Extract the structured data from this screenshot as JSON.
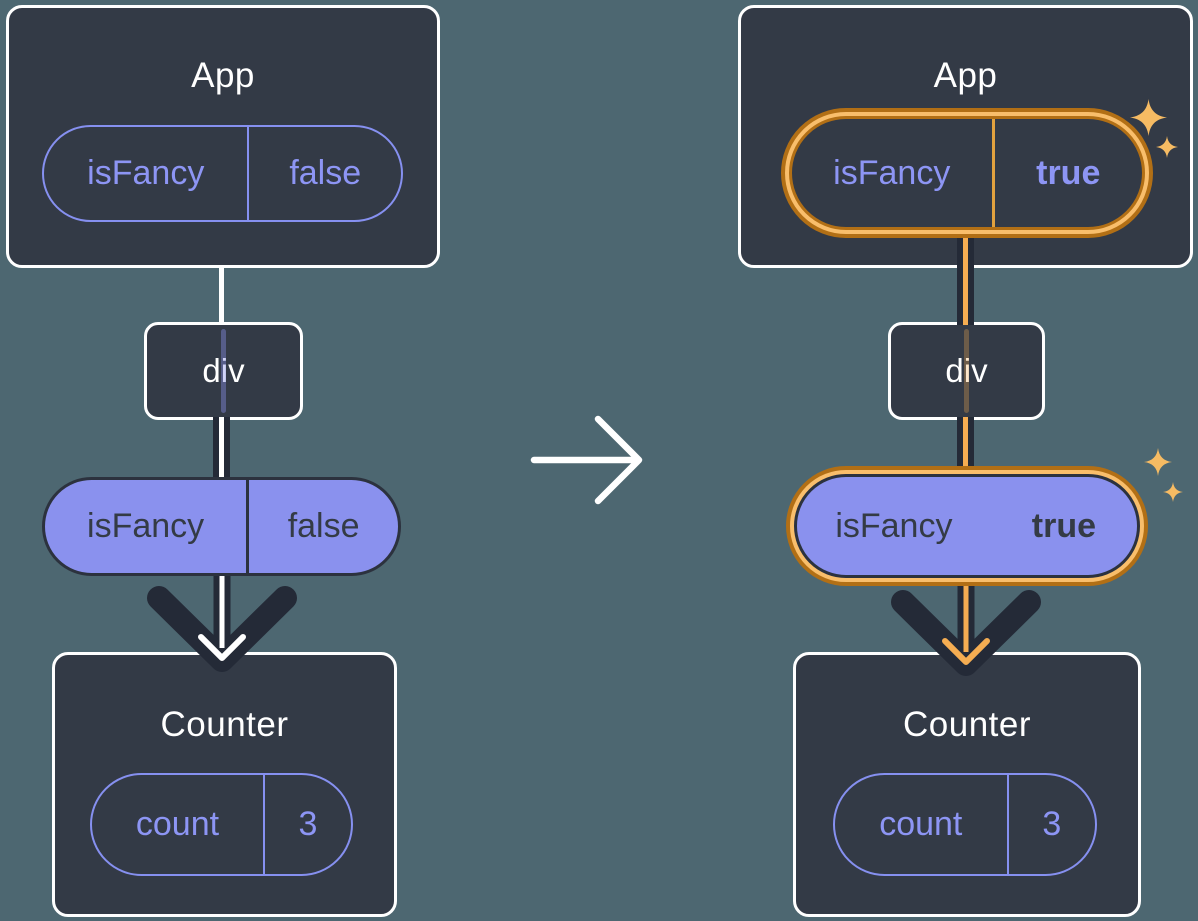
{
  "colors": {
    "background": "#4d6771",
    "card_dark": "#333a46",
    "card_border": "#ffffff",
    "purple_fill": "#8a91ee",
    "purple_outline": "#8690f0",
    "purple_text": "#8d95f4",
    "dark_text_on_purple": "#343b45",
    "prop_flow_dark": "#242a37",
    "flow_core_before": "#ffffff",
    "flow_core_after": "#f5ad52",
    "highlight_band": "#f9be6b",
    "highlight_edge": "#b26f15",
    "highlight_divider": "#e2a23f",
    "sparkle": "#f6bb63",
    "transition_arrow": "#ffffff"
  },
  "panels": {
    "before": {
      "app": {
        "title": "App",
        "prop": {
          "name": "isFancy",
          "value": "false"
        }
      },
      "middle": {
        "label": "div"
      },
      "passed_prop": {
        "name": "isFancy",
        "value": "false"
      },
      "counter": {
        "title": "Counter",
        "state": {
          "name": "count",
          "value": "3"
        }
      }
    },
    "after": {
      "app": {
        "title": "App",
        "prop": {
          "name": "isFancy",
          "value": "true"
        }
      },
      "middle": {
        "label": "div"
      },
      "passed_prop": {
        "name": "isFancy",
        "value": "true"
      },
      "counter": {
        "title": "Counter",
        "state": {
          "name": "count",
          "value": "3"
        }
      }
    }
  }
}
